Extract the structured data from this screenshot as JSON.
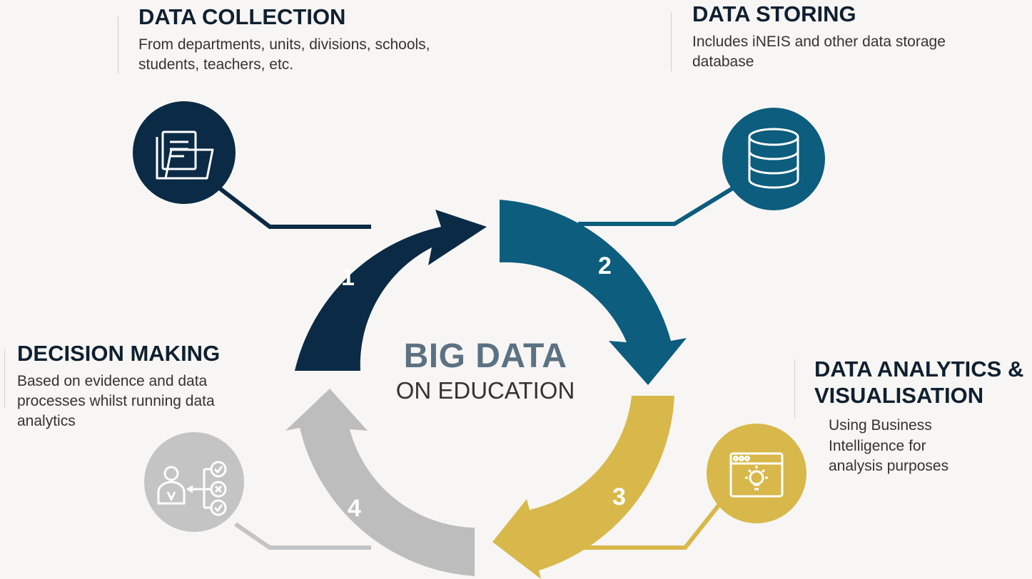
{
  "center": {
    "title": "BIG DATA",
    "subtitle": "ON EDUCATION"
  },
  "steps": [
    {
      "number": "1",
      "title": "DATA COLLECTION",
      "description": "From departments, units, divisions, schools, students, teachers, etc.",
      "icon": "folder-documents-icon",
      "color": "#0b2a45"
    },
    {
      "number": "2",
      "title": "DATA STORING",
      "description": "Includes iNEIS and other data storage database",
      "icon": "database-icon",
      "color": "#0c5d7e"
    },
    {
      "number": "3",
      "title": "DATA ANALYTICS & VISUALISATION",
      "description": "Using Business Intelligence for analysis purposes",
      "icon": "dashboard-lightbulb-icon",
      "color": "#d8b84a"
    },
    {
      "number": "4",
      "title": "DECISION MAKING",
      "description": "Based on evidence and data processes whilst running data analytics",
      "icon": "person-decision-icon",
      "color": "#bdbdbd"
    }
  ]
}
